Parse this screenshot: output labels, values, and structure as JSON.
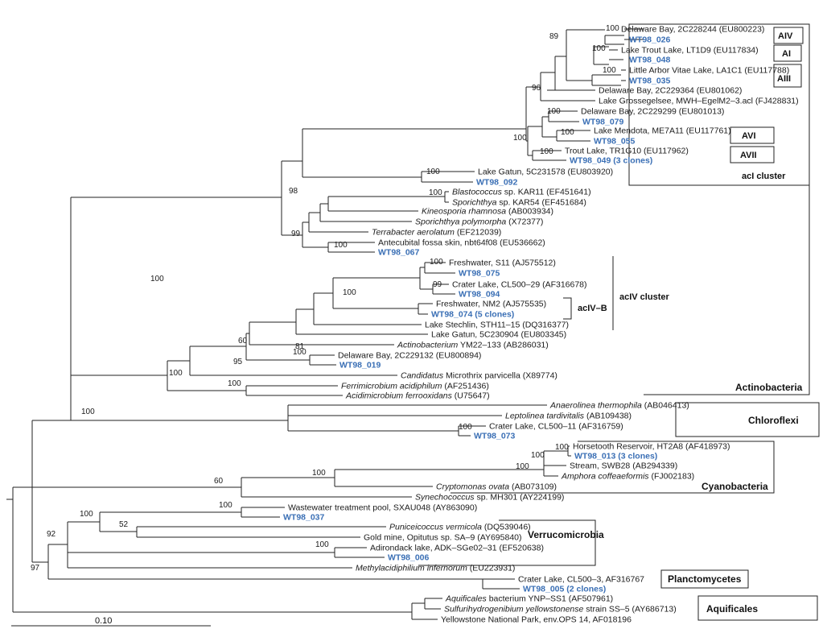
{
  "scale_label": "0.10",
  "leaves": [
    {
      "id": "l0",
      "parts": [
        {
          "t": "Delaware Bay, 2C228244 (EU800223)"
        }
      ]
    },
    {
      "id": "l1",
      "blue": true,
      "parts": [
        {
          "t": "WT98_026"
        }
      ]
    },
    {
      "id": "l2",
      "parts": [
        {
          "t": "Lake Trout Lake, LT1D9 (EU117834)"
        }
      ]
    },
    {
      "id": "l3",
      "blue": true,
      "parts": [
        {
          "t": "WT98_048"
        }
      ]
    },
    {
      "id": "l4",
      "parts": [
        {
          "t": "Little Arbor Vitae Lake, LA1C1 (EU117788)"
        }
      ]
    },
    {
      "id": "l5",
      "blue": true,
      "parts": [
        {
          "t": "WT98_035"
        }
      ]
    },
    {
      "id": "l6",
      "parts": [
        {
          "t": "Delaware Bay, 2C229364 (EU801062)"
        }
      ]
    },
    {
      "id": "l7",
      "parts": [
        {
          "t": "Lake Grossegelsee, MWH–EgelM2–3.acl (FJ428831)"
        }
      ]
    },
    {
      "id": "l8",
      "parts": [
        {
          "t": "Delaware Bay, 2C229299 (EU801013)"
        }
      ]
    },
    {
      "id": "l9",
      "blue": true,
      "parts": [
        {
          "t": "WT98_079"
        }
      ]
    },
    {
      "id": "l10",
      "parts": [
        {
          "t": "Lake Mendota, ME7A11 (EU117761)"
        }
      ]
    },
    {
      "id": "l11",
      "blue": true,
      "parts": [
        {
          "t": "WT98_055"
        }
      ]
    },
    {
      "id": "l12",
      "parts": [
        {
          "t": "Trout Lake, TR1G10 (EU117962)"
        }
      ]
    },
    {
      "id": "l13",
      "blue": true,
      "parts": [
        {
          "t": "WT98_049 (3 clones)"
        }
      ]
    },
    {
      "id": "l14",
      "parts": [
        {
          "t": "Lake Gatun, 5C231578 (EU803920)"
        }
      ]
    },
    {
      "id": "l15",
      "blue": true,
      "parts": [
        {
          "t": "WT98_092"
        }
      ]
    },
    {
      "id": "l16",
      "parts": [
        {
          "t": "Blastococcus",
          "i": true
        },
        {
          "t": " sp. KAR11 (EF451641)"
        }
      ]
    },
    {
      "id": "l17",
      "parts": [
        {
          "t": "Sporichthya",
          "i": true
        },
        {
          "t": "  sp. KAR54 (EF451684)"
        }
      ]
    },
    {
      "id": "l18",
      "parts": [
        {
          "t": "Kineosporia rhamnosa",
          "i": true
        },
        {
          "t": "  (AB003934)"
        }
      ]
    },
    {
      "id": "l19",
      "parts": [
        {
          "t": "Sporichthya polymorpha",
          "i": true
        },
        {
          "t": "  (X72377)"
        }
      ]
    },
    {
      "id": "l20",
      "parts": [
        {
          "t": "Terrabacter aerolatum",
          "i": true
        },
        {
          "t": "  (EF212039)"
        }
      ]
    },
    {
      "id": "l21",
      "parts": [
        {
          "t": "Antecubital fossa skin, nbt64f08 (EU536662)"
        }
      ]
    },
    {
      "id": "l22",
      "blue": true,
      "parts": [
        {
          "t": "WT98_067"
        }
      ]
    },
    {
      "id": "l23",
      "parts": [
        {
          "t": "Freshwater, S11 (AJ575512)"
        }
      ]
    },
    {
      "id": "l24",
      "blue": true,
      "parts": [
        {
          "t": "WT98_075"
        }
      ]
    },
    {
      "id": "l25",
      "parts": [
        {
          "t": "Crater Lake, CL500–29 (AF316678)"
        }
      ]
    },
    {
      "id": "l26",
      "blue": true,
      "parts": [
        {
          "t": "WT98_094"
        }
      ]
    },
    {
      "id": "l27",
      "parts": [
        {
          "t": "Freshwater, NM2 (AJ575535)"
        }
      ]
    },
    {
      "id": "l28",
      "blue": true,
      "parts": [
        {
          "t": "WT98_074 (5 clones)"
        }
      ]
    },
    {
      "id": "l29",
      "parts": [
        {
          "t": "Lake Stechlin, STH11–15 (DQ316377)"
        }
      ]
    },
    {
      "id": "l30",
      "parts": [
        {
          "t": "Lake Gatun, 5C230904 (EU803345)"
        }
      ]
    },
    {
      "id": "l31",
      "parts": [
        {
          "t": "Actinobacterium",
          "i": true
        },
        {
          "t": "  YM22–133 (AB286031)"
        }
      ]
    },
    {
      "id": "l32",
      "parts": [
        {
          "t": "Delaware Bay, 2C229132 (EU800894)"
        }
      ]
    },
    {
      "id": "l33",
      "blue": true,
      "parts": [
        {
          "t": "WT98_019"
        }
      ]
    },
    {
      "id": "l34",
      "parts": [
        {
          "t": "Candidatus",
          "i": true
        },
        {
          "t": "  Microthrix parvicella  (X89774)"
        }
      ]
    },
    {
      "id": "l35",
      "parts": [
        {
          "t": "Ferrimicrobium acidiphilum",
          "i": true
        },
        {
          "t": "  (AF251436)"
        }
      ]
    },
    {
      "id": "l36",
      "parts": [
        {
          "t": "Acidimicrobium ferrooxidans",
          "i": true
        },
        {
          "t": "  (U75647)"
        }
      ]
    },
    {
      "id": "l37",
      "parts": [
        {
          "t": "Anaerolinea thermophila",
          "i": true
        },
        {
          "t": "  (AB046413)"
        }
      ]
    },
    {
      "id": "l38",
      "parts": [
        {
          "t": "Leptolinea tardivitalis",
          "i": true
        },
        {
          "t": "  (AB109438)"
        }
      ]
    },
    {
      "id": "l39",
      "parts": [
        {
          "t": "Crater Lake, CL500–11 (AF316759)"
        }
      ]
    },
    {
      "id": "l40",
      "blue": true,
      "parts": [
        {
          "t": "WT98_073"
        }
      ]
    },
    {
      "id": "l41",
      "parts": [
        {
          "t": "Horsetooth Reservoir, HT2A8 (AF418973)"
        }
      ]
    },
    {
      "id": "l42",
      "blue": true,
      "parts": [
        {
          "t": "WT98_013 (3 clones)"
        }
      ]
    },
    {
      "id": "l43",
      "parts": [
        {
          "t": "Stream, SWB28 (AB294339)"
        }
      ]
    },
    {
      "id": "l44",
      "parts": [
        {
          "t": "Amphora coffeaeformis",
          "i": true
        },
        {
          "t": "  (FJ002183)"
        }
      ]
    },
    {
      "id": "l45",
      "parts": [
        {
          "t": "Cryptomonas ovata",
          "i": true
        },
        {
          "t": "  (AB073109)"
        }
      ]
    },
    {
      "id": "l46",
      "parts": [
        {
          "t": "Synechococcus",
          "i": true
        },
        {
          "t": "  sp. MH301 (AY224199)"
        }
      ]
    },
    {
      "id": "l47",
      "parts": [
        {
          "t": "Wastewater treatment pool, SXAU048 (AY863090)"
        }
      ]
    },
    {
      "id": "l48",
      "blue": true,
      "parts": [
        {
          "t": "WT98_037"
        }
      ]
    },
    {
      "id": "l49",
      "parts": [
        {
          "t": "Puniceicoccus vermicola",
          "i": true
        },
        {
          "t": "  (DQ539046)"
        }
      ]
    },
    {
      "id": "l50",
      "parts": [
        {
          "t": "Gold mine, Opitutus sp. SA–9 (AY695840)"
        }
      ]
    },
    {
      "id": "l51",
      "parts": [
        {
          "t": "Adirondack lake, ADK–SGe02–31 (EF520638)"
        }
      ]
    },
    {
      "id": "l52",
      "blue": true,
      "parts": [
        {
          "t": "WT98_006"
        }
      ]
    },
    {
      "id": "l53",
      "parts": [
        {
          "t": "Methylacidiphilium infernorum",
          "i": true
        },
        {
          "t": "  (EU223931)"
        }
      ]
    },
    {
      "id": "l54",
      "parts": [
        {
          "t": "Crater Lake, CL500–3, AF316767"
        }
      ]
    },
    {
      "id": "l55",
      "blue": true,
      "parts": [
        {
          "t": "WT98_005 (2 clones)"
        }
      ]
    },
    {
      "id": "l56",
      "parts": [
        {
          "t": "Aquificales",
          "i": true
        },
        {
          "t": " bacterium YNP–SS1 (AF507961)"
        }
      ]
    },
    {
      "id": "l57",
      "parts": [
        {
          "t": "Sulfurihydrogenibium yellowstonense",
          "i": true
        },
        {
          "t": "  strain SS–5 (AY686713)"
        }
      ]
    },
    {
      "id": "l58",
      "parts": [
        {
          "t": "Yellowstone National Park, env.OPS 14, AF018196"
        }
      ]
    }
  ],
  "bootstraps": [
    {
      "id": "b0",
      "t": "100"
    },
    {
      "id": "b1",
      "t": "89"
    },
    {
      "id": "b2",
      "t": "100"
    },
    {
      "id": "b3",
      "t": "100"
    },
    {
      "id": "b4",
      "t": "96"
    },
    {
      "id": "b5",
      "t": "100"
    },
    {
      "id": "b6",
      "t": "100"
    },
    {
      "id": "b7",
      "t": "100"
    },
    {
      "id": "b8",
      "t": "100"
    },
    {
      "id": "b9",
      "t": "100"
    },
    {
      "id": "b10",
      "t": "98"
    },
    {
      "id": "b11",
      "t": "99"
    },
    {
      "id": "b12",
      "t": "100"
    },
    {
      "id": "b13",
      "t": "100"
    },
    {
      "id": "b14",
      "t": "100"
    },
    {
      "id": "b15",
      "t": "99"
    },
    {
      "id": "b16",
      "t": "100"
    },
    {
      "id": "b17",
      "t": "81"
    },
    {
      "id": "b18",
      "t": "60"
    },
    {
      "id": "b19",
      "t": "100"
    },
    {
      "id": "b20",
      "t": "95"
    },
    {
      "id": "b21",
      "t": "100"
    },
    {
      "id": "b22",
      "t": "100"
    },
    {
      "id": "b23",
      "t": "100"
    },
    {
      "id": "b24",
      "t": "100"
    },
    {
      "id": "b25",
      "t": "100"
    },
    {
      "id": "b26",
      "t": "100"
    },
    {
      "id": "b27",
      "t": "100"
    },
    {
      "id": "b28",
      "t": "100"
    },
    {
      "id": "b29",
      "t": "100"
    },
    {
      "id": "b30",
      "t": "52"
    },
    {
      "id": "b31",
      "t": "100"
    },
    {
      "id": "b32",
      "t": "92"
    },
    {
      "id": "b33",
      "t": "97"
    },
    {
      "id": "b34",
      "t": "100"
    },
    {
      "id": "b35",
      "t": "100"
    },
    {
      "id": "b36",
      "t": "60"
    }
  ],
  "groups": [
    {
      "id": "g_aiv",
      "t": "AIV"
    },
    {
      "id": "g_ai",
      "t": "AI"
    },
    {
      "id": "g_aiii",
      "t": "AIII"
    },
    {
      "id": "g_avi",
      "t": "AVI"
    },
    {
      "id": "g_avii",
      "t": "AVII"
    },
    {
      "id": "g_acI",
      "t": "acI cluster"
    },
    {
      "id": "g_acIV",
      "t": "acIV cluster"
    },
    {
      "id": "g_acIVB",
      "t": "acIV–B"
    },
    {
      "id": "g_actino",
      "t": "Actinobacteria"
    },
    {
      "id": "g_chloro",
      "t": "Chloroflexi"
    },
    {
      "id": "g_cyano",
      "t": "Cyanobacteria"
    },
    {
      "id": "g_verru",
      "t": "Verrucomicrobia"
    },
    {
      "id": "g_planc",
      "t": "Planctomycetes"
    },
    {
      "id": "g_aquif",
      "t": "Aquificales"
    }
  ]
}
